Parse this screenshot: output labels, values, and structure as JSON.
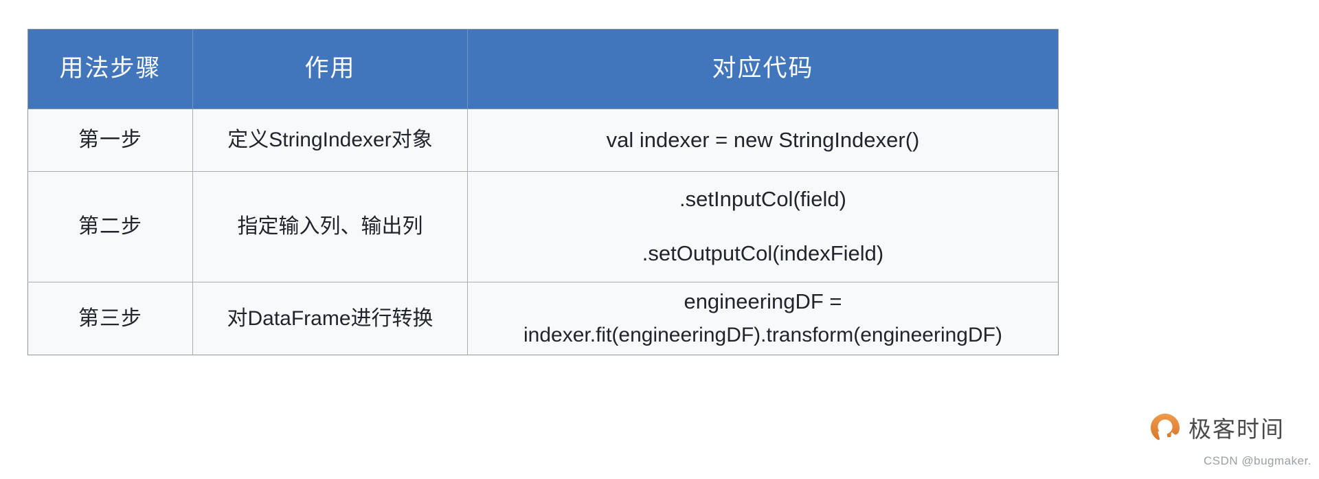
{
  "table": {
    "headers": [
      {
        "label": "用法步骤",
        "name": "col-usage-step"
      },
      {
        "label": "作用",
        "name": "col-purpose"
      },
      {
        "label": "对应代码",
        "name": "col-code"
      }
    ],
    "rows": [
      {
        "step": "第一步",
        "purpose": "定义StringIndexer对象",
        "code_lines": [
          "val indexer = new StringIndexer()"
        ]
      },
      {
        "step": "第二步",
        "purpose": "指定输入列、输出列",
        "code_lines": [
          ".setInputCol(field)",
          ".setOutputCol(indexField)"
        ]
      },
      {
        "step": "第三步",
        "purpose": "对DataFrame进行转换",
        "code_lines": [
          "engineeringDF =",
          "indexer.fit(engineeringDF).transform(engineeringDF)"
        ]
      }
    ]
  },
  "branding": {
    "logo_icon": "geektime-logo-icon",
    "name": "极客时间",
    "credit": "CSDN @bugmaker."
  },
  "colors": {
    "header_blue": "#4176bd",
    "cell_bg": "#f8f9fb",
    "border": "#a8aeb6",
    "text": "#20242b",
    "logo_orange": "#e08a3c",
    "credit_gray": "#9aa0a6"
  }
}
